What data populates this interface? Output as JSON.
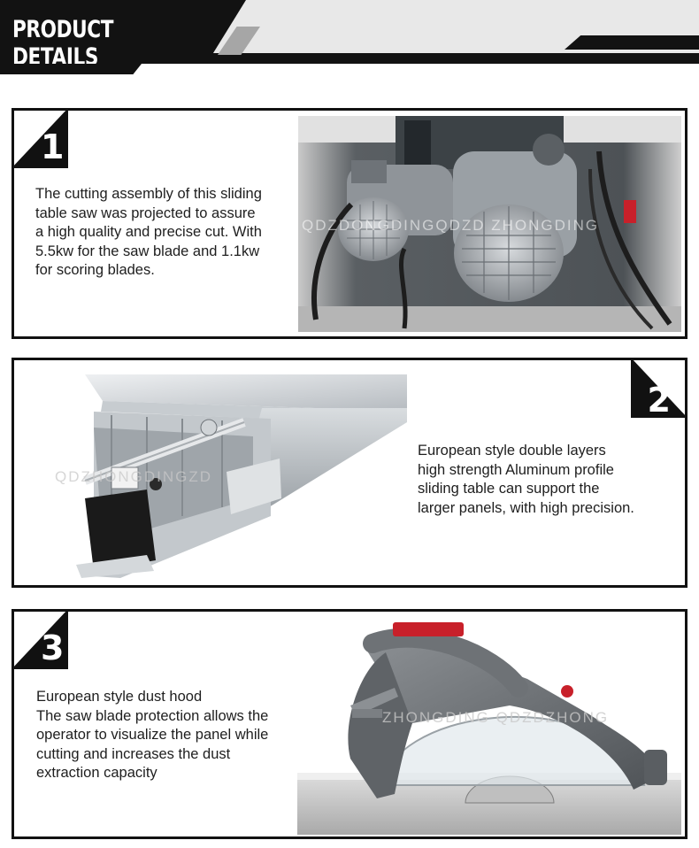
{
  "header": {
    "title": "PRODUCT DETAILS"
  },
  "sections": [
    {
      "number": "1",
      "text": "The cutting assembly of this sliding\ntable saw was projected to assure\na high quality and precise cut. With\n5.5kw for the saw blade and 1.1kw\nfor scoring blades.",
      "watermark": "QDZDONGDINGQDZD ZHONGDING"
    },
    {
      "number": "2",
      "text": "European style double layers\nhigh strength Aluminum profile\nsliding table can support the\nlarger panels, with high precision.",
      "watermark": "QDZHONGDINGZD"
    },
    {
      "number": "3",
      "text": "European style dust hood\nThe saw blade protection allows the\noperator to visualize the panel while\ncutting and increases the dust\nextraction capacity",
      "watermark": "ZHONGDING QDZDZHONG"
    }
  ],
  "colors": {
    "banner_black": "#121212",
    "banner_grey": "#e8e8e8",
    "frame": "#111111",
    "accent_red": "#c8202a"
  }
}
